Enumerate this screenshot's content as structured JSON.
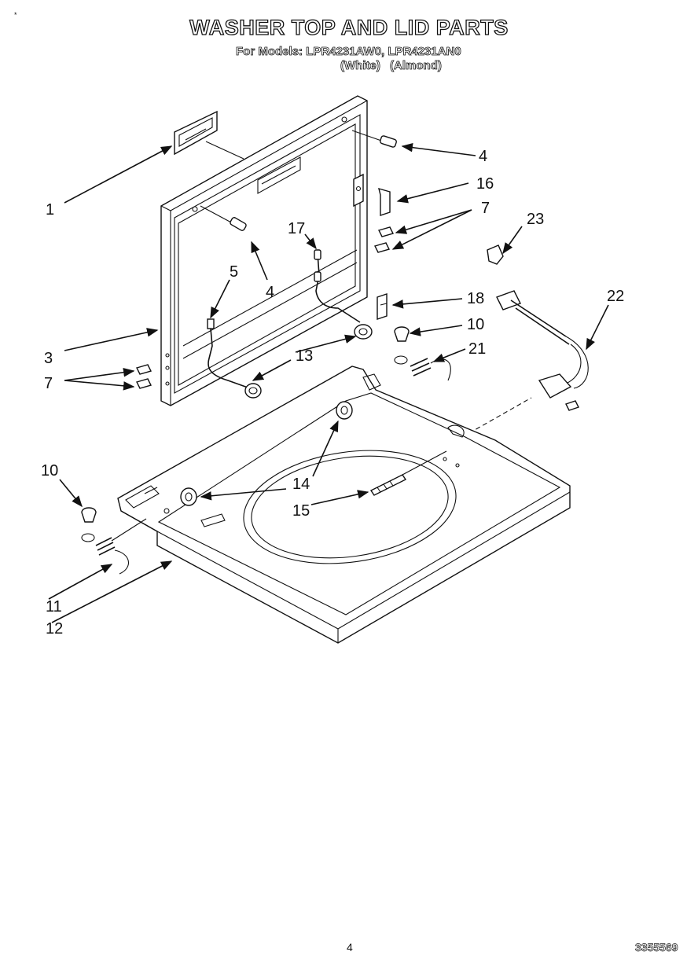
{
  "header": {
    "corner_mark": "*",
    "title": "WASHER TOP AND LID PARTS",
    "models_line": "For Models: LPR4231AW0, LPR4231AN0",
    "colors": [
      "(White)",
      "(Almond)"
    ]
  },
  "callouts": [
    {
      "id": "c1",
      "label": "1"
    },
    {
      "id": "c4a",
      "label": "4"
    },
    {
      "id": "c16",
      "label": "16"
    },
    {
      "id": "c7a",
      "label": "7"
    },
    {
      "id": "c23",
      "label": "23"
    },
    {
      "id": "c17",
      "label": "17"
    },
    {
      "id": "c4b",
      "label": "4"
    },
    {
      "id": "c5",
      "label": "5"
    },
    {
      "id": "c18",
      "label": "18"
    },
    {
      "id": "c22",
      "label": "22"
    },
    {
      "id": "c10a",
      "label": "10"
    },
    {
      "id": "c21",
      "label": "21"
    },
    {
      "id": "c3",
      "label": "3"
    },
    {
      "id": "c13",
      "label": "13"
    },
    {
      "id": "c7b",
      "label": "7"
    },
    {
      "id": "c10b",
      "label": "10"
    },
    {
      "id": "c14",
      "label": "14"
    },
    {
      "id": "c15",
      "label": "15"
    },
    {
      "id": "c11",
      "label": "11"
    },
    {
      "id": "c12",
      "label": "12"
    }
  ],
  "footer": {
    "page_number": "4",
    "doc_number": "3355569"
  }
}
